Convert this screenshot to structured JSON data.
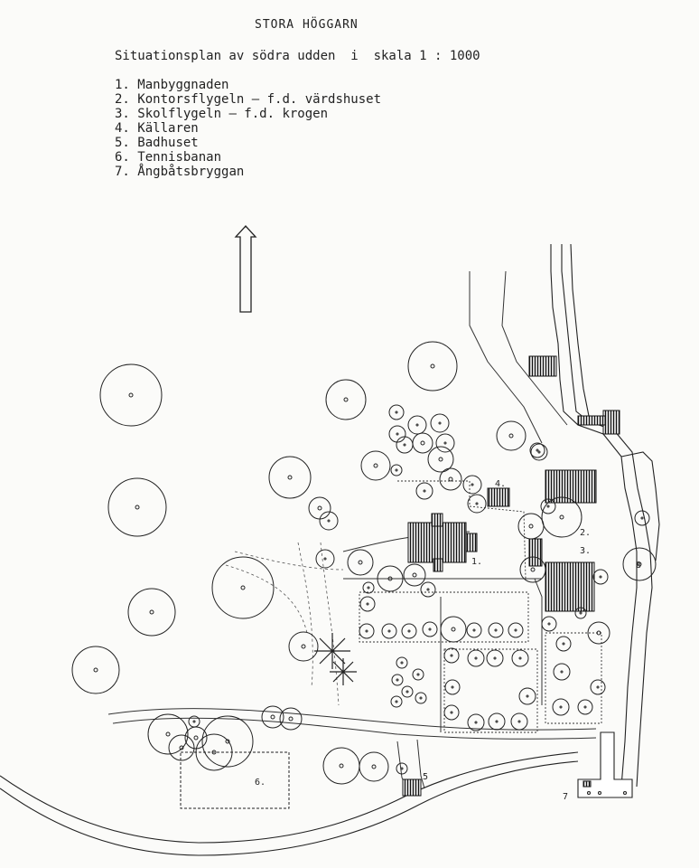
{
  "header": {
    "title": "STORA HÖGGARN",
    "subtitle": "Situationsplan av södra udden  i  skala 1 : 1000"
  },
  "legend": [
    {
      "num": "1.",
      "label": "Manbyggnaden"
    },
    {
      "num": "2.",
      "label": "Kontorsflygeln – f.d. värdshuset"
    },
    {
      "num": "3.",
      "label": "Skolflygeln – f.d. krogen"
    },
    {
      "num": "4.",
      "label": "Källaren"
    },
    {
      "num": "5.",
      "label": "Badhuset"
    },
    {
      "num": "6.",
      "label": "Tennisbanan"
    },
    {
      "num": "7.",
      "label": "Ångbåtsbryggan"
    }
  ],
  "map_labels": {
    "b1": "1.",
    "b2": "2.",
    "b3": "3.",
    "b4": "4.",
    "b5": "5",
    "b6": "6.",
    "b7": "7",
    "b8": "8"
  },
  "north_arrow": "north-arrow-icon"
}
